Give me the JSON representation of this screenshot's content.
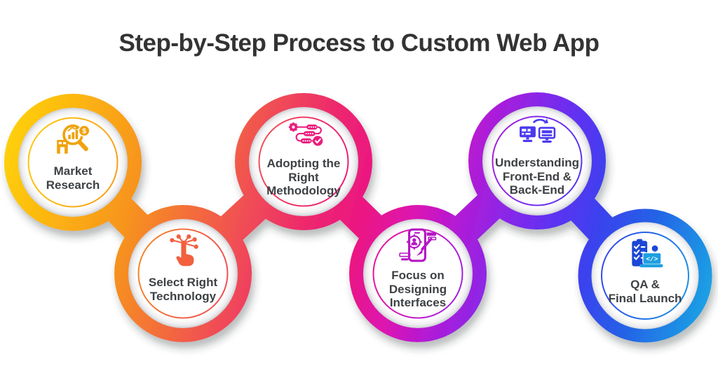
{
  "title": "Step-by-Step Process to Custom Web App",
  "steps": [
    {
      "label": "Market\nResearch",
      "icon": "market-research-magnifier-icon",
      "icon_color": "#F0A30E",
      "icon_glyph": "$"
    },
    {
      "label": "Select Right\nTechnology",
      "icon": "touch-network-icon",
      "icon_color": "#F2603E"
    },
    {
      "label": "Adopting the\nRight\nMethodology",
      "icon": "methodology-flow-icon",
      "icon_color": "#E91D7C"
    },
    {
      "label": "Focus on\nDesigning\nInterfaces",
      "icon": "interface-design-icon",
      "icon_color": "#B517C4"
    },
    {
      "label": "Understanding\nFront-End &\nBack-End",
      "icon": "frontend-backend-sync-icon",
      "icon_color": "#4B3AEF"
    },
    {
      "label": "QA &\nFinal Launch",
      "icon": "qa-launch-icon",
      "icon_color": "#1C47D6",
      "icon_color2": "#1E9FE0",
      "icon_glyph": "</>"
    }
  ],
  "palette": {
    "background": "#FFFFFF",
    "title_text": "#333333",
    "label_text": "#3E4144",
    "chain_gradient": [
      "#FFD60A",
      "#F7941D",
      "#F04B57",
      "#EB1583",
      "#B11BD6",
      "#8A27E8",
      "#3943EE",
      "#1BA9E4"
    ]
  }
}
